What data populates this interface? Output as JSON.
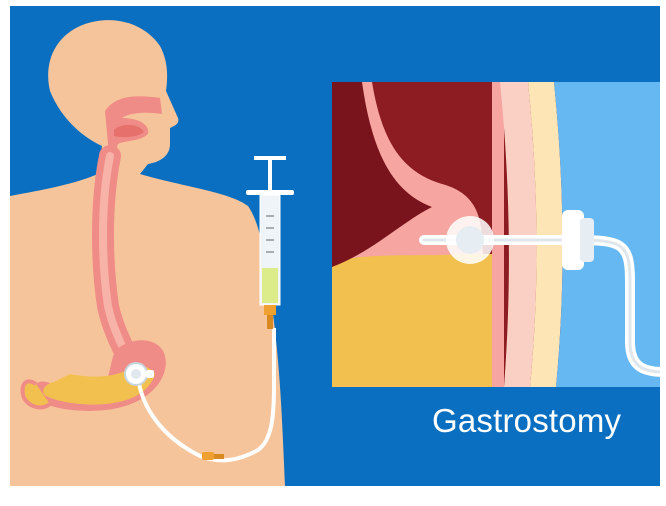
{
  "caption": "Gastrostomy",
  "colors": {
    "background": "#0a6fc0",
    "skin": "#f6c49a",
    "digestive_tract": "#f08c88",
    "stomach_wall": "#8c1b22",
    "stomach_contents": "#f2c04e",
    "feeding_liquid": "#dcec8a",
    "outside_body": "#66b8f2"
  },
  "icons": [
    "human-torso-figure",
    "syringe-icon",
    "feeding-tube",
    "gastrostomy-port-icon"
  ]
}
